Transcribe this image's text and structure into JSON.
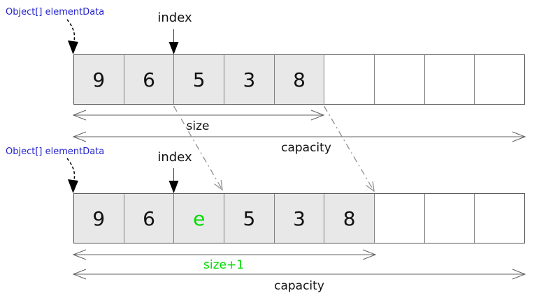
{
  "colors": {
    "label_blue": "#2222cc",
    "highlight_green": "#00dd00",
    "cell_fill": "#e8e8e8",
    "cell_border": "#808080",
    "frame_border": "#555555",
    "dim_arrow": "#606060",
    "shift_arrow": "#909090"
  },
  "top_section": {
    "pointer_label": "Object[] elementData",
    "index_label": "index",
    "size_label": "size",
    "capacity_label": "capacity",
    "cells": [
      {
        "value": "9",
        "filled": true
      },
      {
        "value": "6",
        "filled": true
      },
      {
        "value": "5",
        "filled": true
      },
      {
        "value": "3",
        "filled": true
      },
      {
        "value": "8",
        "filled": true
      },
      {
        "value": "",
        "filled": false
      },
      {
        "value": "",
        "filled": false
      },
      {
        "value": "",
        "filled": false
      },
      {
        "value": "",
        "filled": false
      }
    ]
  },
  "bottom_section": {
    "pointer_label": "Object[] elementData",
    "index_label": "index",
    "size_label": "size+1",
    "capacity_label": "capacity",
    "cells": [
      {
        "value": "9",
        "filled": true
      },
      {
        "value": "6",
        "filled": true
      },
      {
        "value": "e",
        "filled": true,
        "highlight": true
      },
      {
        "value": "5",
        "filled": true
      },
      {
        "value": "3",
        "filled": true
      },
      {
        "value": "8",
        "filled": true
      },
      {
        "value": "",
        "filled": false
      },
      {
        "value": "",
        "filled": false
      },
      {
        "value": "",
        "filled": false
      }
    ]
  }
}
